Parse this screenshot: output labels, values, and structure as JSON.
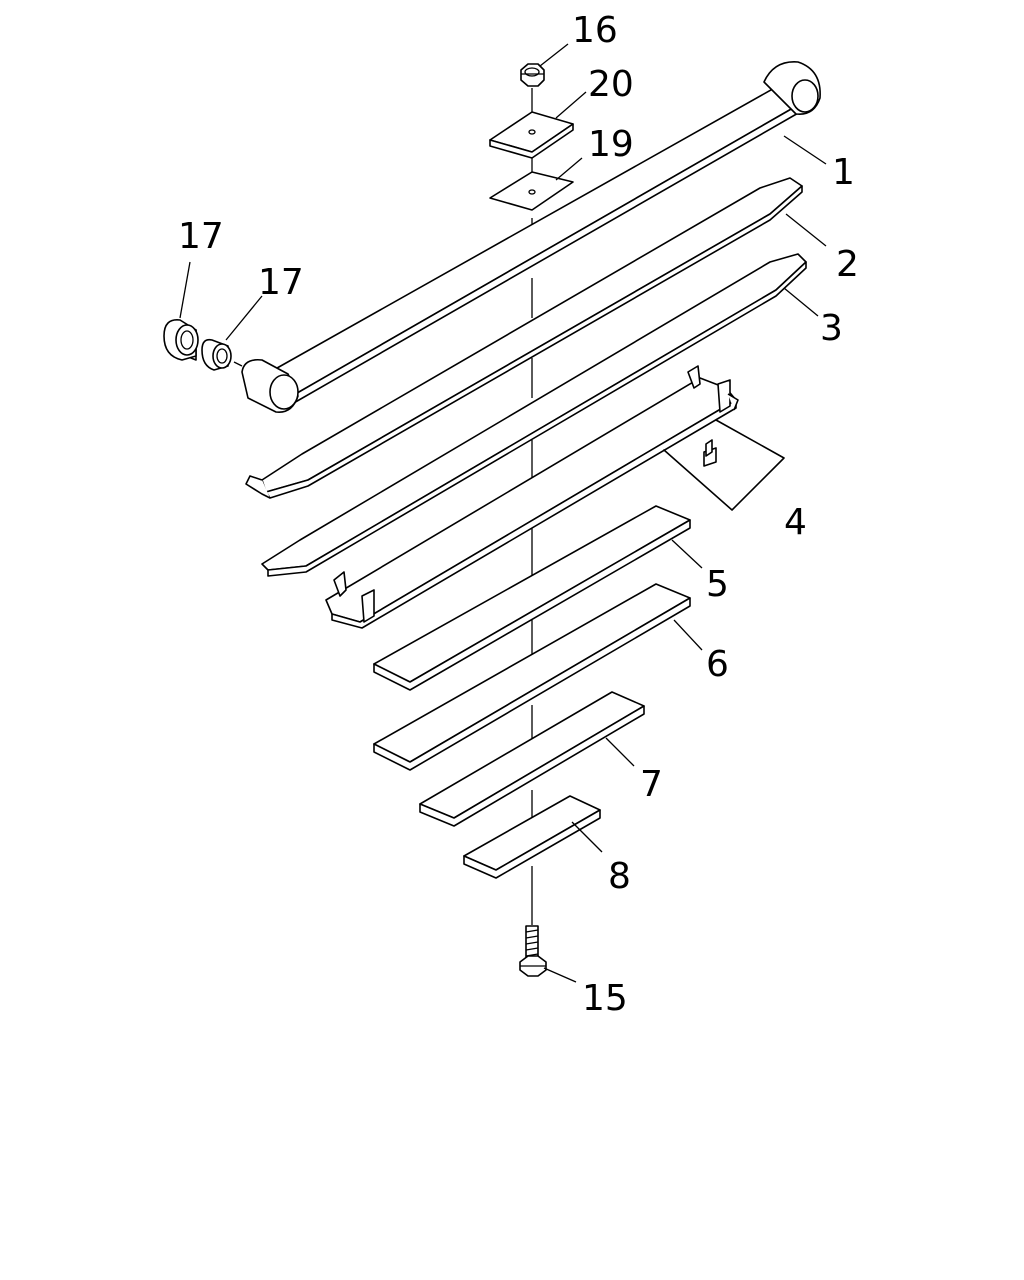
{
  "diagram": {
    "type": "exploded-parts-view",
    "callouts": [
      "16",
      "20",
      "19",
      "1",
      "17",
      "17",
      "2",
      "3",
      "4",
      "5",
      "6",
      "7",
      "8",
      "15"
    ]
  }
}
